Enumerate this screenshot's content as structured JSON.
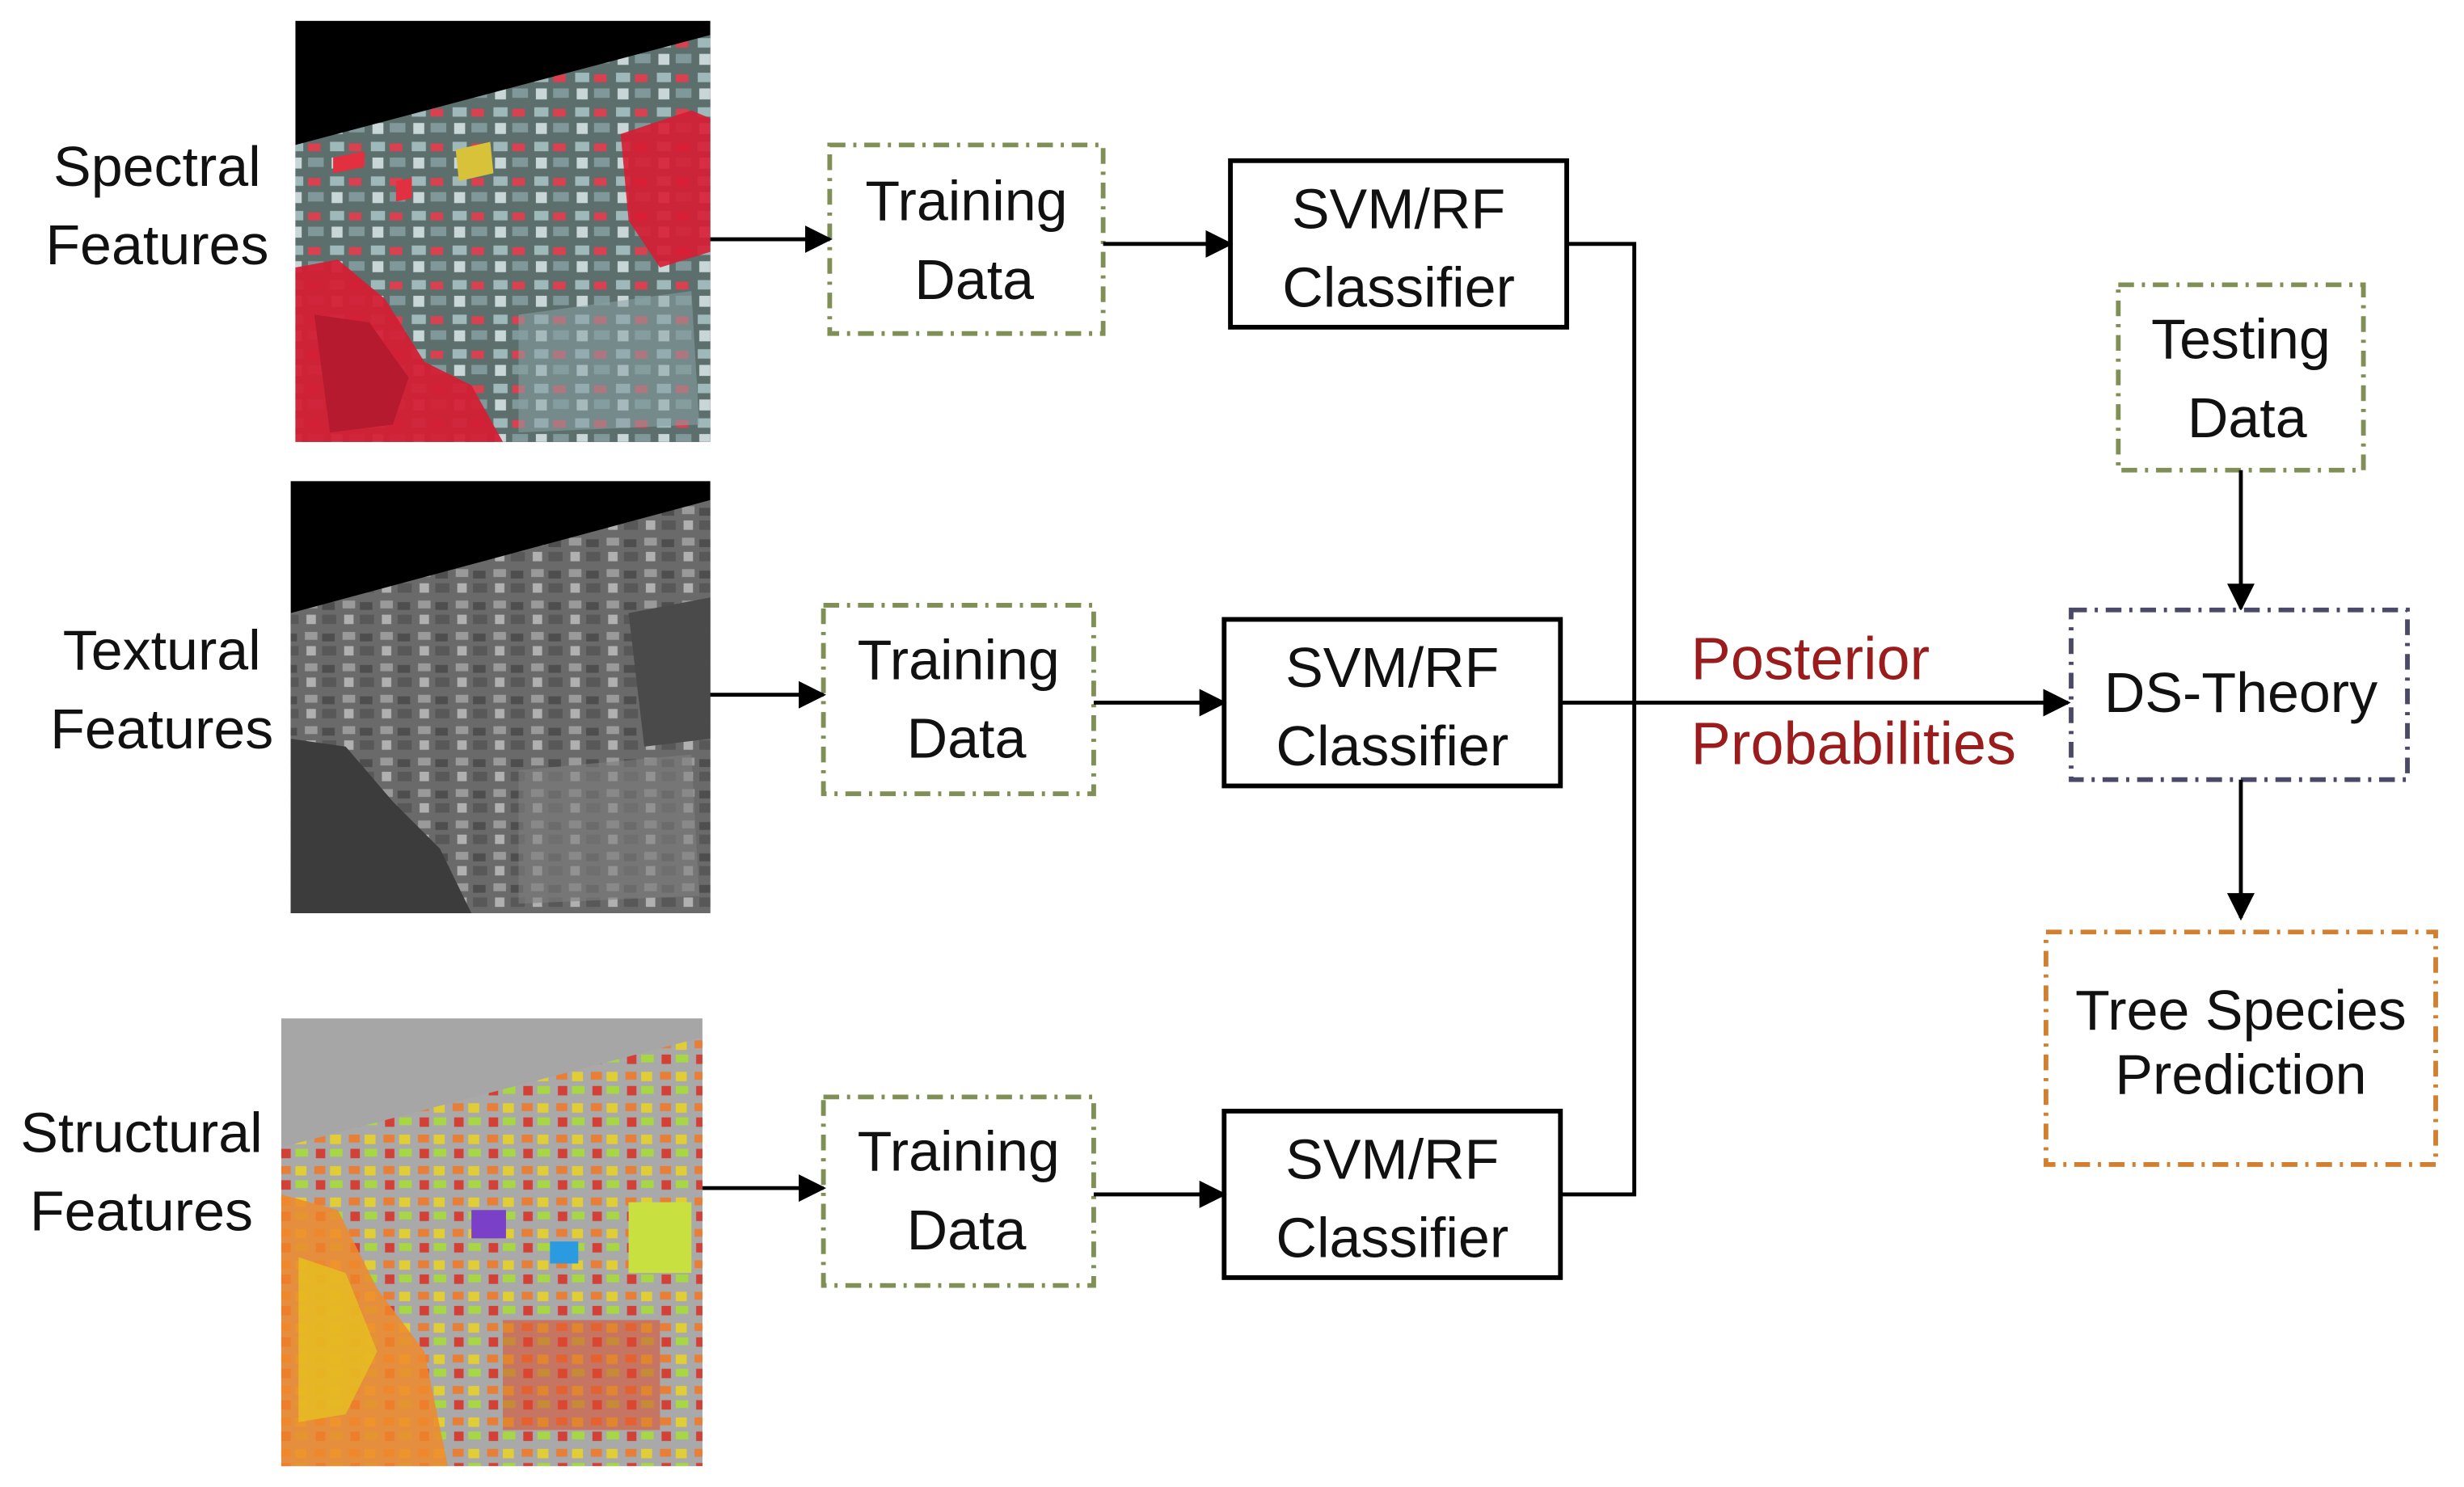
{
  "rows": [
    {
      "feature_label_line1": "Spectral",
      "feature_label_line2": "Features",
      "image": "false-color-satellite-image",
      "training_line1": "Training",
      "training_line2": "Data",
      "classifier_line1": "SVM/RF",
      "classifier_line2": "Classifier"
    },
    {
      "feature_label_line1": "Textural",
      "feature_label_line2": "Features",
      "image": "grayscale-texture-image",
      "training_line1": "Training",
      "training_line2": "Data",
      "classifier_line1": "SVM/RF",
      "classifier_line2": "Classifier"
    },
    {
      "feature_label_line1": "Structural",
      "feature_label_line2": "Features",
      "image": "lidar-height-color-image",
      "training_line1": "Training",
      "training_line2": "Data",
      "classifier_line1": "SVM/RF",
      "classifier_line2": "Classifier"
    }
  ],
  "posterior": {
    "line1": "Posterior",
    "line2": "Probabilities"
  },
  "testing": {
    "line1": "Testing",
    "line2": "Data"
  },
  "ds_theory": {
    "label": "DS-Theory"
  },
  "prediction": {
    "line1": "Tree Species",
    "line2": "Prediction"
  },
  "colors": {
    "training_border": "#7f8f55",
    "ds_border": "#4a4a68",
    "prediction_border": "#d08030",
    "posterior_text": "#9b1c1c",
    "arrow": "#000000"
  }
}
